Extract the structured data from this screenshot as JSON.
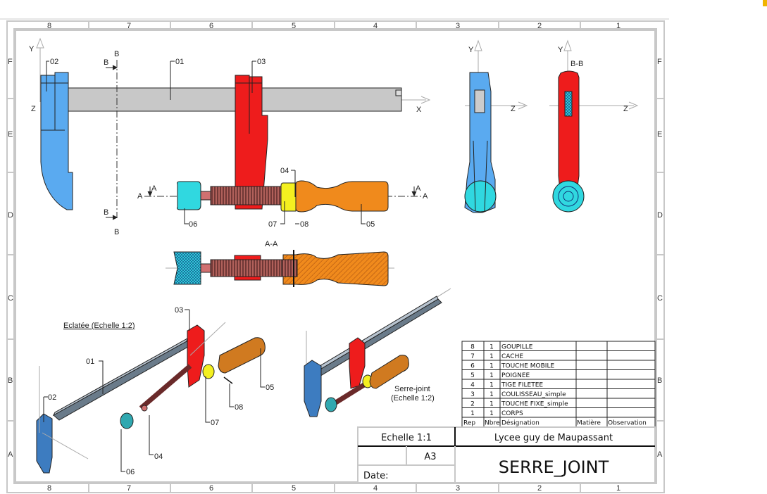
{
  "drawing": {
    "zones_columns": [
      "8",
      "7",
      "6",
      "5",
      "4",
      "3",
      "2",
      "1"
    ],
    "zones_rows": [
      "F",
      "E",
      "D",
      "C",
      "B",
      "A"
    ],
    "axes": {
      "x": "X",
      "y": "Y",
      "z": "Z"
    },
    "section_b": {
      "letter": "B",
      "title": "B-B"
    },
    "section_a": {
      "letter": "A",
      "title": "A-A"
    },
    "part_labels": {
      "p01": "01",
      "p02": "02",
      "p03": "03",
      "p04": "04",
      "p05": "05",
      "p06": "06",
      "p07": "07",
      "p08": "08"
    },
    "exploded_title": "Eclatée (Echelle 1:2)",
    "assembled_title_1": "Serre-joint",
    "assembled_title_2": "(Echelle 1:2)"
  },
  "bom": {
    "headers": [
      "Rep",
      "Nbre",
      "Désignation",
      "Matière",
      "Observation"
    ],
    "rows": [
      {
        "rep": "8",
        "nbre": "1",
        "designation": "GOUPILLE",
        "matiere": "",
        "observation": ""
      },
      {
        "rep": "7",
        "nbre": "1",
        "designation": "CACHE",
        "matiere": "",
        "observation": ""
      },
      {
        "rep": "6",
        "nbre": "1",
        "designation": "TOUCHE MOBILE",
        "matiere": "",
        "observation": ""
      },
      {
        "rep": "5",
        "nbre": "1",
        "designation": "POIGNEE",
        "matiere": "",
        "observation": ""
      },
      {
        "rep": "4",
        "nbre": "1",
        "designation": "TIGE FILETEE",
        "matiere": "",
        "observation": ""
      },
      {
        "rep": "3",
        "nbre": "1",
        "designation": "COULISSEAU_simple",
        "matiere": "",
        "observation": ""
      },
      {
        "rep": "2",
        "nbre": "1",
        "designation": "TOUCHE FIXE_simple",
        "matiere": "",
        "observation": ""
      },
      {
        "rep": "1",
        "nbre": "1",
        "designation": "CORPS",
        "matiere": "",
        "observation": ""
      }
    ]
  },
  "title_block": {
    "scale": "Echelle 1:1",
    "school": "Lycee guy de Maupassant",
    "format": "A3",
    "date_label": "Date:",
    "title": "SERRE_JOINT"
  },
  "colors": {
    "blue": "#5aaaf0",
    "red": "#ee1c1c",
    "grey": "#c8c8c8",
    "cyan": "#30d8e0",
    "orange": "#f08a1c",
    "yellow": "#f4f020",
    "brown": "#8a4a3a",
    "frame": "#c8c8c8"
  }
}
